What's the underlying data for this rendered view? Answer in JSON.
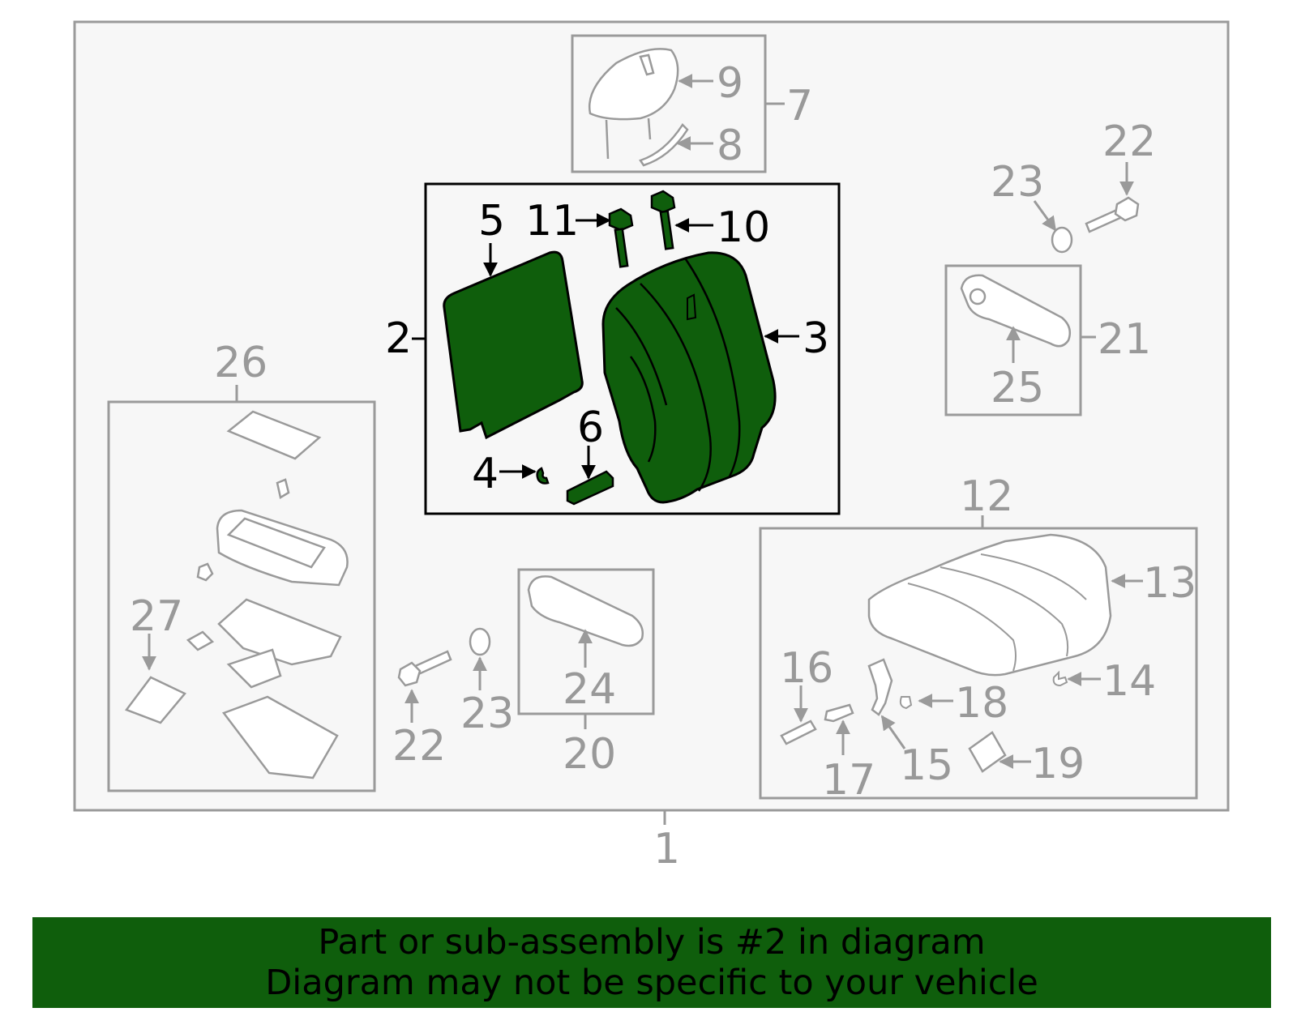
{
  "callouts": {
    "c1": "1",
    "c2": "2",
    "c3": "3",
    "c4": "4",
    "c5": "5",
    "c6": "6",
    "c7": "7",
    "c8": "8",
    "c9": "9",
    "c10": "10",
    "c11": "11",
    "c12": "12",
    "c13": "13",
    "c14": "14",
    "c15": "15",
    "c16": "16",
    "c17": "17",
    "c18": "18",
    "c19": "19",
    "c20": "20",
    "c21": "21",
    "c22a": "22",
    "c22b": "22",
    "c23a": "23",
    "c23b": "23",
    "c24": "24",
    "c25": "25",
    "c26": "26",
    "c27": "27"
  },
  "highlight_color": "#0f5e0c",
  "banner": {
    "line1": "Part or sub-assembly is #2 in diagram",
    "line2": "Diagram may not be specific to your vehicle"
  }
}
